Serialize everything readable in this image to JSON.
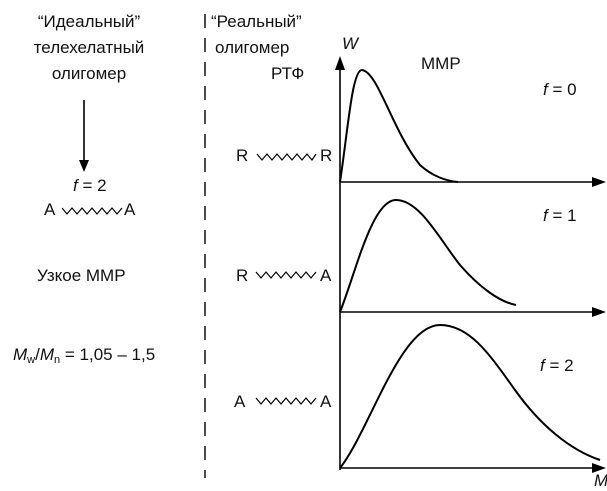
{
  "left_panel": {
    "title_line1": "“Идеальный”",
    "title_line2": "телехелатный",
    "title_line3": "олигомер",
    "f_label": "f",
    "f_value": "= 2",
    "chain_end_left": "A",
    "chain_end_right": "A",
    "narrow_mwd": "Узкое ММР",
    "ratio_mw": "M",
    "ratio_mw_sub": "w",
    "ratio_mn": "M",
    "ratio_mn_sub": "n",
    "ratio_value": "= 1,05 – 1,5"
  },
  "right_panel": {
    "title_line1": "“Реальный”",
    "title_line2": "олигомер",
    "title_line3": "РТФ",
    "y_axis_label": "W",
    "x_axis_label": "M",
    "mwd_label": "ММР",
    "rows": [
      {
        "chain_left": "R",
        "chain_right": "R",
        "f_label": "f",
        "f_value": "= 0"
      },
      {
        "chain_left": "R",
        "chain_right": "A",
        "f_label": "f",
        "f_value": "= 1"
      },
      {
        "chain_left": "A",
        "chain_right": "A",
        "f_label": "f",
        "f_value": "= 2"
      }
    ]
  }
}
